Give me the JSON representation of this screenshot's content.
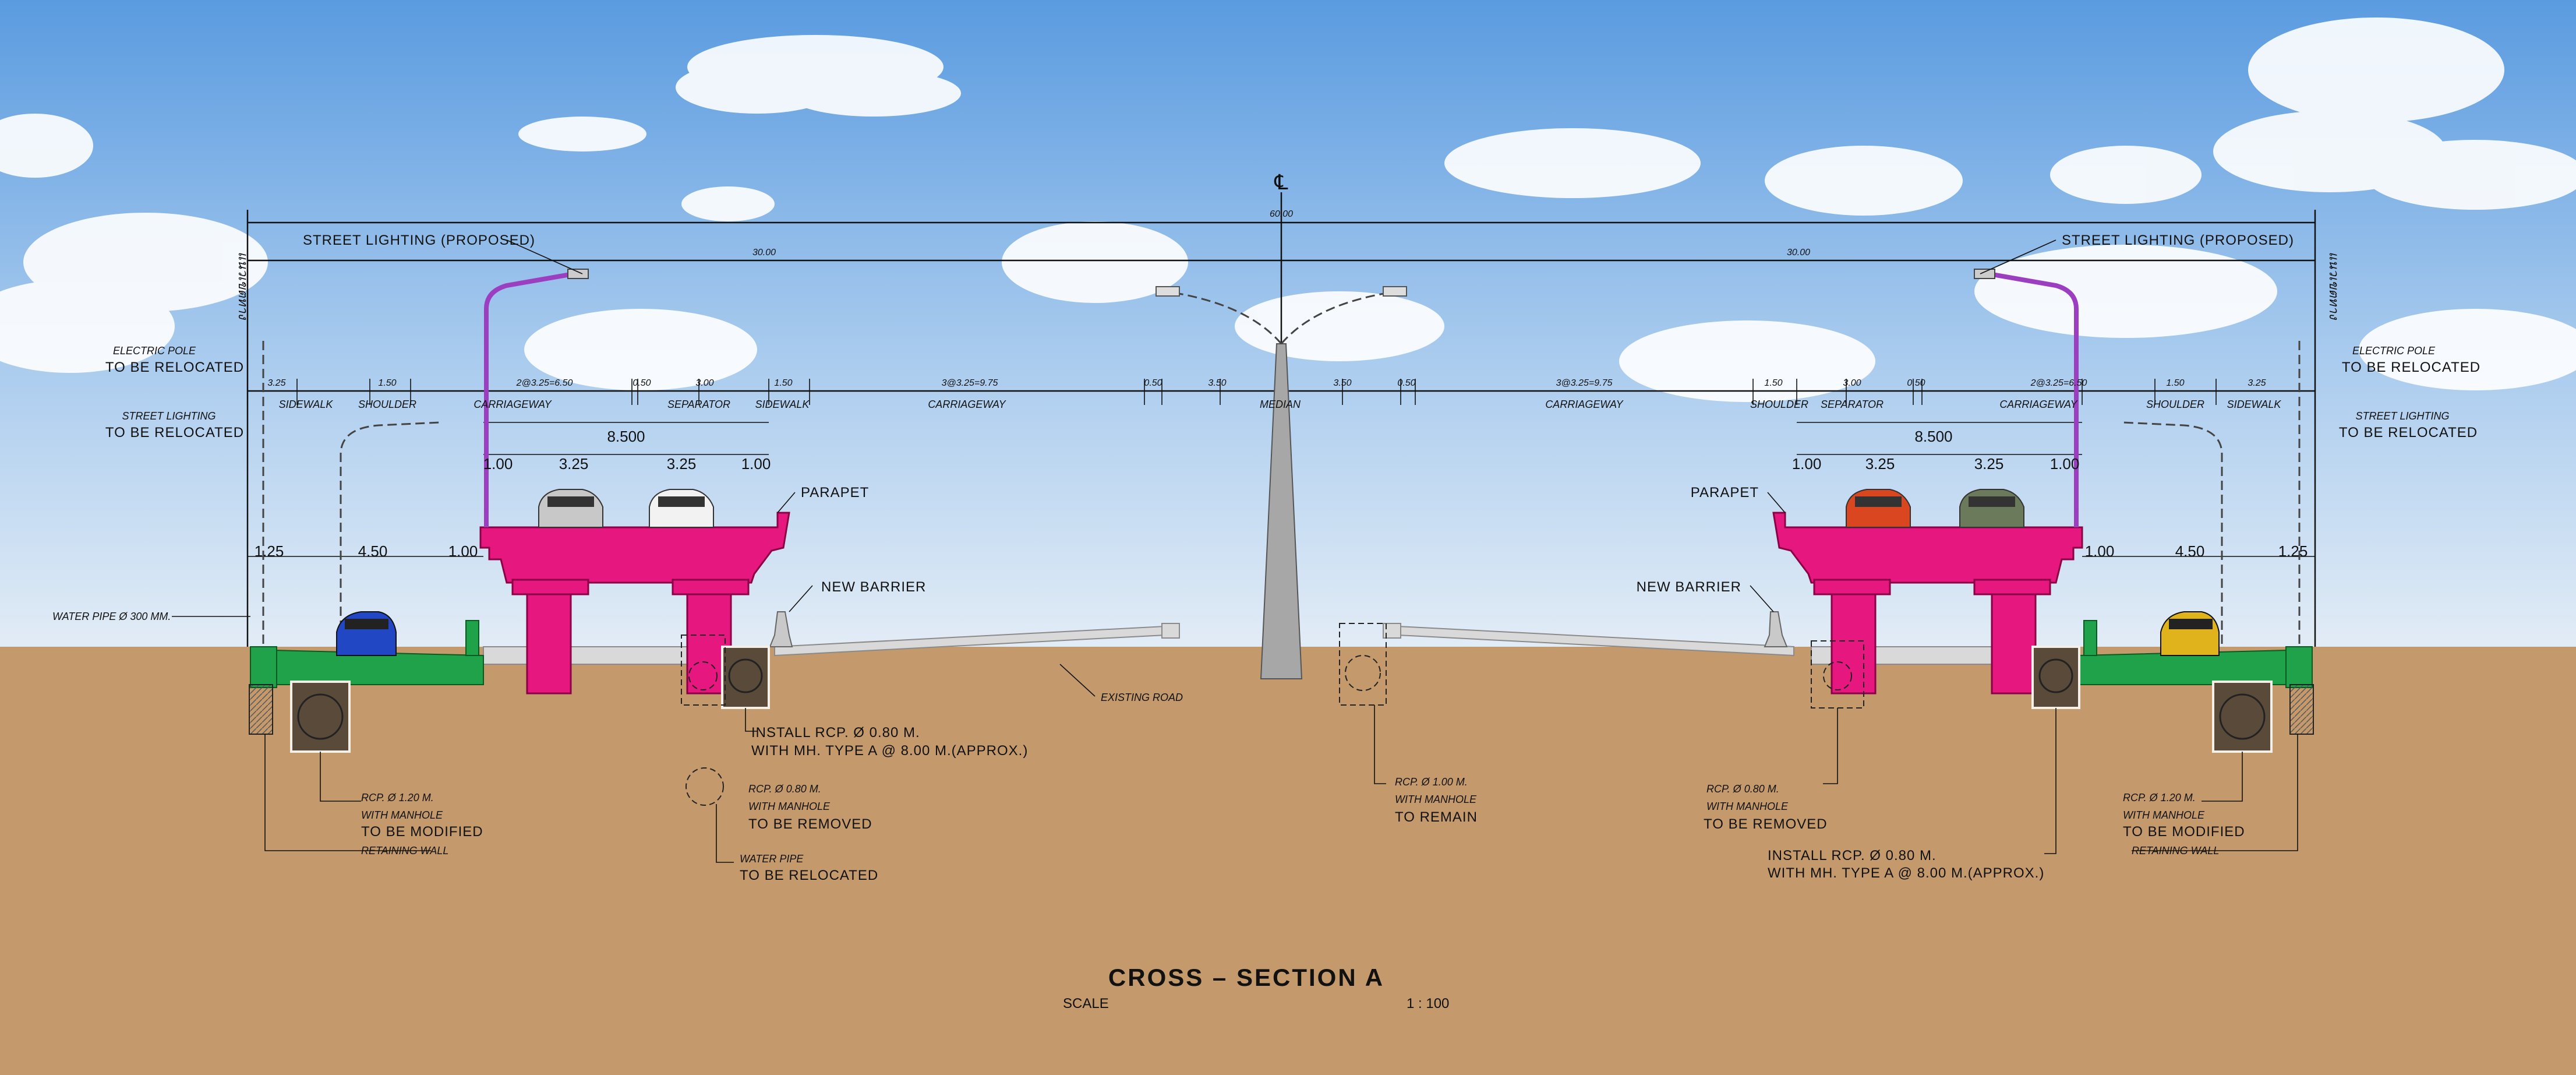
{
  "title": "CROSS – SECTION A",
  "scale_label": "SCALE",
  "scale_value": "1 : 100",
  "centerline": "℄",
  "thai_left": "แนวเขตทาง",
  "thai_right": "แนวเขตทาง",
  "dims": {
    "total": "60.00",
    "half_left": "30.00",
    "half_right": "30.00",
    "deck_width": "8.500",
    "lane_a": "3.25",
    "lane_b": "3.25",
    "edge_a": "1.00",
    "edge_b": "1.00",
    "ground_a": "1.25",
    "ground_b": "4.50",
    "ground_c": "1.00",
    "top": [
      "3.25",
      "1.50",
      "2@3.25=6.50",
      "0.50",
      "3.00",
      "1.50",
      "3@3.25=9.75",
      "0.50",
      "3.50",
      "3.50",
      "0.50",
      "3@3.25=9.75",
      "1.50",
      "3.00",
      "0.50",
      "2@3.25=6.50",
      "1.50",
      "3.25"
    ]
  },
  "zones": [
    "SIDEWALK",
    "SHOULDER",
    "CARRIAGEWAY",
    "SEPARATOR",
    "SIDEWALK",
    "CARRIAGEWAY",
    "MEDIAN",
    "CARRIAGEWAY",
    "SHOULDER",
    "SEPARATOR",
    "CARRIAGEWAY",
    "SHOULDER",
    "SIDEWALK"
  ],
  "labels": {
    "street_lighting_proposed": "STREET LIGHTING (PROPOSED)",
    "electric_pole": "ELECTRIC POLE",
    "to_be_relocated": "TO BE RELOCATED",
    "street_lighting": "STREET LIGHTING",
    "water_pipe_300": "WATER PIPE Ø 300 MM.",
    "parapet": "PARAPET",
    "new_barrier": "NEW BARRIER",
    "existing_road": "EXISTING ROAD",
    "install_rcp_1": "INSTALL RCP. Ø 0.80 M.",
    "install_rcp_2": "WITH MH. TYPE A @ 8.00 M.(APPROX.)",
    "rcp_080": "RCP. Ø 0.80 M.",
    "rcp_100": "RCP. Ø 1.00 M.",
    "rcp_120": "RCP. Ø 1.20 M.",
    "with_manhole": "WITH MANHOLE",
    "to_be_removed": "TO BE REMOVED",
    "to_remain": "TO REMAIN",
    "to_be_modified": "TO BE MODIFIED",
    "retaining_wall": "RETAINING WALL",
    "water_pipe": "WATER PIPE"
  },
  "colors": {
    "sky_top": "#5a9be0",
    "sky_bottom": "#dbe9f6",
    "ground": "#c49a6c",
    "deck": "#e6177f",
    "sidewalk": "#1fa24a",
    "road": "#d9d9d9"
  }
}
